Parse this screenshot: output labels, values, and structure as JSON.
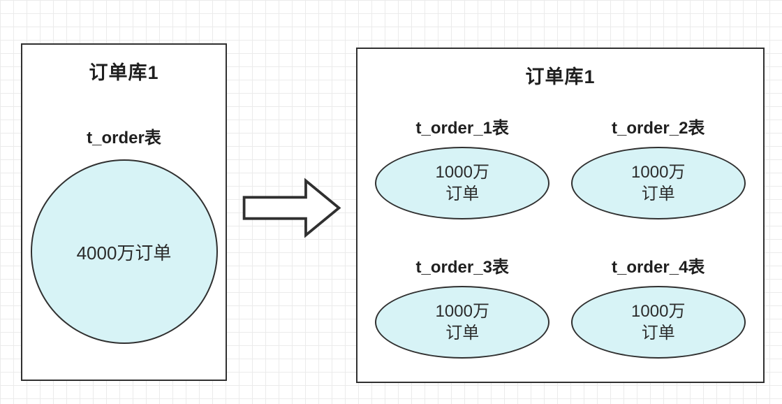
{
  "colors": {
    "shape_fill": "#d7f3f6",
    "border": "#303030",
    "grid": "#ebebeb"
  },
  "left_db": {
    "title": "订单库1",
    "table_label": "t_order表",
    "circle_text": "4000万订单"
  },
  "right_db": {
    "title": "订单库1",
    "tables": [
      {
        "label": "t_order_1表",
        "line1": "1000万",
        "line2": "订单"
      },
      {
        "label": "t_order_2表",
        "line1": "1000万",
        "line2": "订单"
      },
      {
        "label": "t_order_3表",
        "line1": "1000万",
        "line2": "订单"
      },
      {
        "label": "t_order_4表",
        "line1": "1000万",
        "line2": "订单"
      }
    ]
  }
}
